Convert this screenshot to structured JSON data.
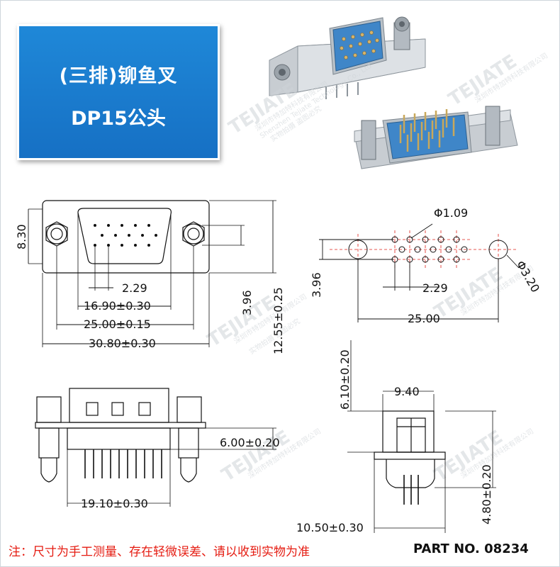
{
  "header": {
    "title": "(三排)铆鱼叉",
    "subtitle": "DP15公头"
  },
  "watermark": {
    "brand": "TEJIATE",
    "company": "深圳市特加特科技有限公司",
    "company_en": "Shenzhen Tejiate Technology Co., Ltd",
    "notice": "实物拍摄 盗图必究"
  },
  "dimensions": {
    "front_view": {
      "height_left": "8.30",
      "pin_pitch": "2.29",
      "shell_width": "16.90±0.30",
      "hole_spacing": "25.00±0.15",
      "flange_width": "30.80±0.30",
      "row_spacing": "3.96",
      "total_height": "12.55±0.25"
    },
    "footprint": {
      "pin_hole_dia": "Φ1.09",
      "row_spacing": "3.96",
      "pin_pitch": "2.29",
      "mount_spacing": "25.00",
      "mount_hole_dia": "Φ3.20"
    },
    "side_view": {
      "pin_length": "6.00±0.20",
      "bottom_width": "19.10±0.30"
    },
    "end_view": {
      "top_height": "6.10±0.20",
      "shell_depth": "9.40",
      "pin_height": "4.80±0.20",
      "base_width": "10.50±0.30"
    }
  },
  "footer": {
    "note": "注：尺寸为手工测量、存在轻微误差、请以收到实物为准",
    "part_number": "PART NO. 08234"
  },
  "colors": {
    "header_blue": "#1a7fd4",
    "note_red": "#e51c12",
    "connector_blue": "#3f86c8",
    "footprint_red": "#e0241b"
  }
}
